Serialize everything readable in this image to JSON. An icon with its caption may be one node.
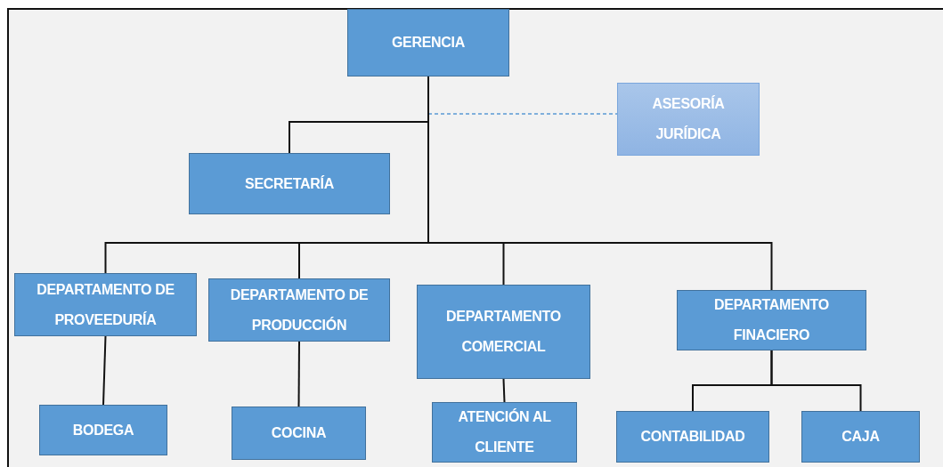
{
  "diagram": {
    "nodes": [
      {
        "text": [
          "GERENCIA"
        ]
      },
      {
        "text": [
          "ASESORÍA JURÍDICA"
        ]
      },
      {
        "text": [
          "SECRETARÍA"
        ]
      },
      {
        "text": [
          "DEPARTAMENTO DE PROVEEDURÍA"
        ]
      },
      {
        "text": [
          "DEPARTAMENTO DE PRODUCCIÓN"
        ]
      },
      {
        "text": [
          "DEPARTAMENTO COMERCIAL"
        ]
      },
      {
        "text": [
          "DEPARTAMENTO FINACIERO"
        ]
      },
      {
        "text": [
          "BODEGA"
        ]
      },
      {
        "text": [
          "COCINA"
        ]
      },
      {
        "text": [
          "ATENCIÓN AL CLIENTE"
        ]
      },
      {
        "text": [
          "CONTABILIDAD"
        ]
      },
      {
        "text": [
          "CAJA"
        ]
      }
    ],
    "edges": [
      {
        "from": 0,
        "to": 1,
        "arrow": "none",
        "style": "dashed",
        "color": "#5b9bd5"
      },
      {
        "from": 0,
        "to": 2,
        "arrow": "none"
      },
      {
        "from": 0,
        "to": 3,
        "arrow": "none"
      },
      {
        "from": 0,
        "to": 4,
        "arrow": "none"
      },
      {
        "from": 0,
        "to": 5,
        "arrow": "none"
      },
      {
        "from": 0,
        "to": 6,
        "arrow": "none"
      },
      {
        "from": 3,
        "to": 7,
        "arrow": "none"
      },
      {
        "from": 4,
        "to": 8,
        "arrow": "none"
      },
      {
        "from": 5,
        "to": 9,
        "arrow": "none"
      },
      {
        "from": 6,
        "to": 10,
        "arrow": "none"
      },
      {
        "from": 6,
        "to": 11,
        "arrow": "none"
      }
    ]
  }
}
